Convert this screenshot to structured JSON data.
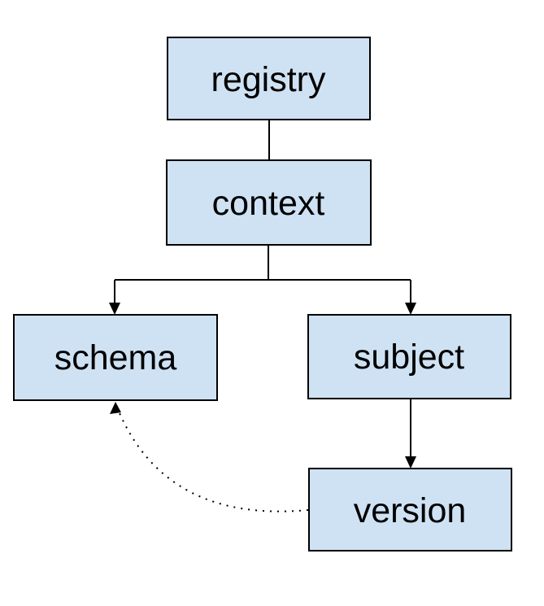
{
  "diagram": {
    "type": "hierarchy-diagram",
    "colors": {
      "background": "#ffffff",
      "node_fill": "#cfe2f3",
      "node_border": "#000000",
      "connector": "#000000",
      "text": "#000000"
    },
    "nodes": [
      {
        "id": "registry",
        "label": "registry"
      },
      {
        "id": "context",
        "label": "context"
      },
      {
        "id": "schema",
        "label": "schema"
      },
      {
        "id": "subject",
        "label": "subject"
      },
      {
        "id": "version",
        "label": "version"
      }
    ],
    "edges": [
      {
        "from": "registry",
        "to": "context",
        "style": "solid",
        "arrow": "none"
      },
      {
        "from": "context",
        "to": "schema",
        "style": "solid",
        "arrow": "end"
      },
      {
        "from": "context",
        "to": "subject",
        "style": "solid",
        "arrow": "end"
      },
      {
        "from": "subject",
        "to": "version",
        "style": "solid",
        "arrow": "end"
      },
      {
        "from": "version",
        "to": "schema",
        "style": "dotted",
        "arrow": "end"
      }
    ]
  }
}
